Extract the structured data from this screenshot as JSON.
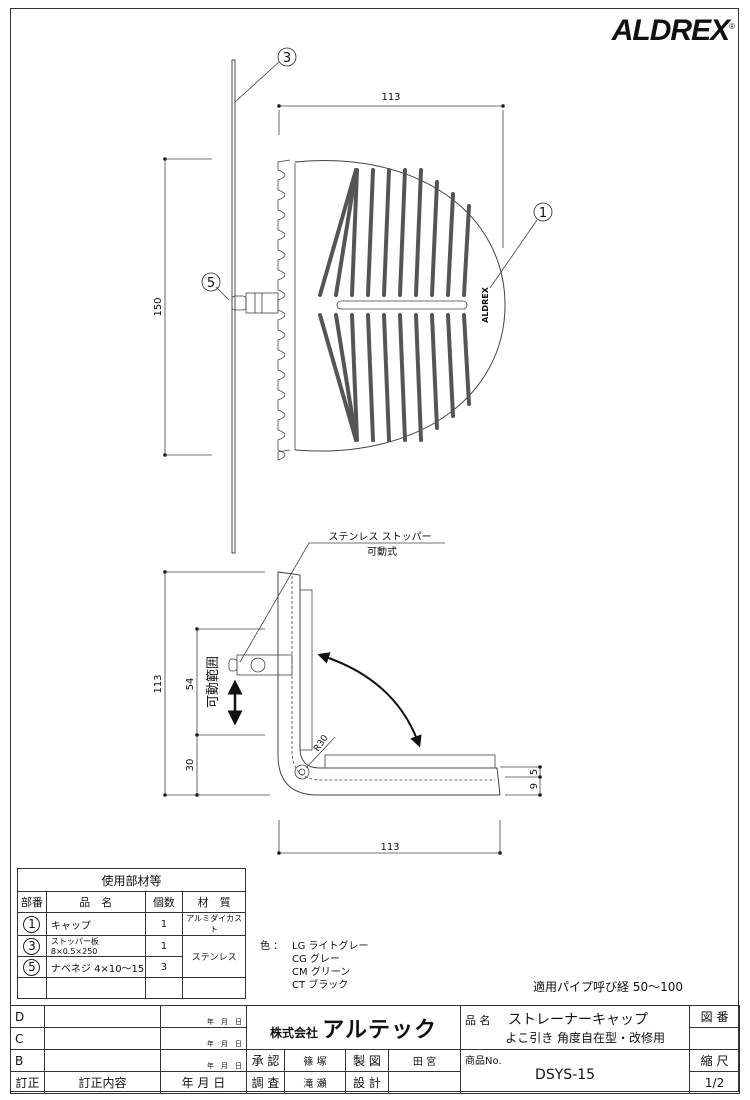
{
  "logo": {
    "text": "ALDREX",
    "mark": "®"
  },
  "top_view": {
    "dim_width": "113",
    "dim_height": "150",
    "callouts": [
      "3",
      "1",
      "5"
    ],
    "cap_marking": "ALDREX"
  },
  "side_view": {
    "stopper_label": "ステンレス ストッパー",
    "stopper_sub": "可動式",
    "range_label": "可動範囲",
    "dim_height": "113",
    "dim_range": "54",
    "dim_lower": "30",
    "dim_width": "113",
    "dim_top": "5",
    "dim_bottom": "9",
    "radius": "R30"
  },
  "parts_table": {
    "title": "使用部材等",
    "headers": [
      "部番",
      "品　名",
      "個数",
      "材　質"
    ],
    "rows": [
      {
        "no": "1",
        "name": "キャップ",
        "qty": "1",
        "material": "アルミダイカスト"
      },
      {
        "no": "3",
        "name": "ストッパー板 8×0.5×250",
        "qty": "1",
        "material": "ステンレス"
      },
      {
        "no": "5",
        "name": "ナベネジ 4×10〜15",
        "qty": "3",
        "material": ""
      }
    ]
  },
  "colors": {
    "label": "色 ：",
    "items": [
      {
        "code": "LG",
        "name": "ライトグレー"
      },
      {
        "code": "CG",
        "name": "グレー"
      },
      {
        "code": "CM",
        "name": "グリーン"
      },
      {
        "code": "CT",
        "name": "ブラック"
      }
    ]
  },
  "pipe_note": "適用パイプ呼び経 50〜100",
  "title_block": {
    "revisions": [
      "D",
      "C",
      "B"
    ],
    "date_placeholder": "年　月　日",
    "rev_header": "訂正",
    "rev_content": "訂正内容",
    "rev_date": "年 月 日",
    "company_prefix": "株式会社",
    "company_name": "アルテック",
    "approve_label": "承 認",
    "approver": "篠 塚",
    "draft_label": "製 図",
    "drafter": "田 宮",
    "check_label": "調 査",
    "checker": "滝 瀬",
    "design_label": "設 計",
    "designer": "",
    "product_label": "品 名",
    "product_name": "ストレーナーキャップ",
    "product_sub": "よこ引き 角度自在型・改修用",
    "product_no_label": "商品No.",
    "product_no": "DSYS-15",
    "drawing_no_label": "図 番",
    "scale_label": "縮 尺",
    "scale": "1/2"
  }
}
